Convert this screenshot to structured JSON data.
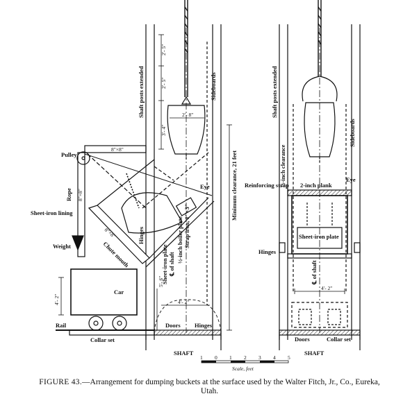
{
  "caption": {
    "figure": "FIGURE 43.",
    "text": "—Arrangement for dumping buckets at the surface used by the Walter Fitch, Jr., Co., Eureka,",
    "line2": "Utah."
  },
  "left_view": {
    "labels": {
      "pulley": "Pulley",
      "rope": "Rope",
      "sheet_iron_lining": "Sheet-iron lining",
      "weight": "Weight",
      "car": "Car",
      "rail": "Rail",
      "collar_set": "Collar set",
      "shaft": "SHAFT",
      "doors": "Doors",
      "hinges_bottom": "Hinges",
      "hinges": "Hinges",
      "chute_mouth": "Chute mouth",
      "eye": "Eye",
      "sideboards": "Sideboards",
      "shaft_posts_extended": "Shaft posts extended",
      "min_clearance": "Minimum clearance, 21 feet",
      "sheet_iron_plate": "Sheet-iron plate",
      "center_of_shaft": "℄ of shaft",
      "boiler_plate": "½-inch boiler plate",
      "strap_iron": "Strap iron, 1\"×3\""
    },
    "dimensions": {
      "beam": "8\"×8\"",
      "post": "8\"×8\"",
      "chute": "8\"×8\"",
      "d_2_5_a": "2'- 5\"",
      "d_2_5_b": "2'- 5\"",
      "d_3_4": "3'- 4\"",
      "d_2_8": "2'- 8\"",
      "d_4_2_car": "4'- 2\"",
      "d_5_6": "5'- 6\"",
      "d_4_2_shaft": "4'- 2\""
    }
  },
  "right_view": {
    "labels": {
      "shaft_posts_extended": "Shaft posts extended",
      "sideboards": "Sideboards",
      "clearance": "½-inch clearance",
      "reinforcing_strap": "Reinforcing strap",
      "plank": "2-inch plank",
      "eye": "Eye",
      "sheet_iron_plate": "Sheet-iron plate",
      "hinges": "Hinges",
      "center_of_shaft": "℄ of shaft",
      "doors": "Doors",
      "collar_set": "Collar set",
      "shaft": "SHAFT"
    },
    "dimensions": {
      "width": "4'- 2\""
    }
  },
  "scale": {
    "ticks": [
      "1",
      "0",
      "1",
      "2",
      "3",
      "4",
      "5"
    ],
    "label": "Scale, feet"
  }
}
